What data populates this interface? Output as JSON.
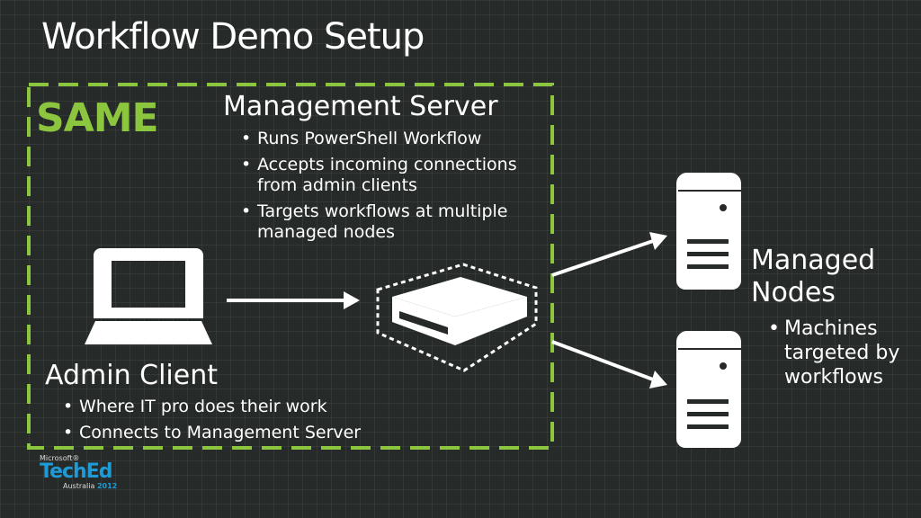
{
  "title": "Workflow Demo Setup",
  "same_label": "SAME",
  "management_server": {
    "heading": "Management Server",
    "bullets": [
      "Runs PowerShell Workflow",
      "Accepts incoming connections from admin clients",
      "Targets workflows at multiple managed nodes"
    ]
  },
  "admin_client": {
    "heading": "Admin Client",
    "bullets": [
      "Where IT pro does their work",
      "Connects to Management Server"
    ]
  },
  "managed_nodes": {
    "heading_line1": "Managed",
    "heading_line2": "Nodes",
    "bullets": [
      "Machines targeted by workflows"
    ]
  },
  "logo": {
    "microsoft": "Microsoft®",
    "brand": "TechEd",
    "region": "Australia",
    "year": "2012"
  },
  "colors": {
    "background": "#262a29",
    "accent_green": "#8cc63f",
    "logo_blue": "#1e9ad6"
  },
  "icons": [
    "laptop-icon",
    "server-appliance-icon",
    "tower-server-icon",
    "arrow-icon"
  ]
}
